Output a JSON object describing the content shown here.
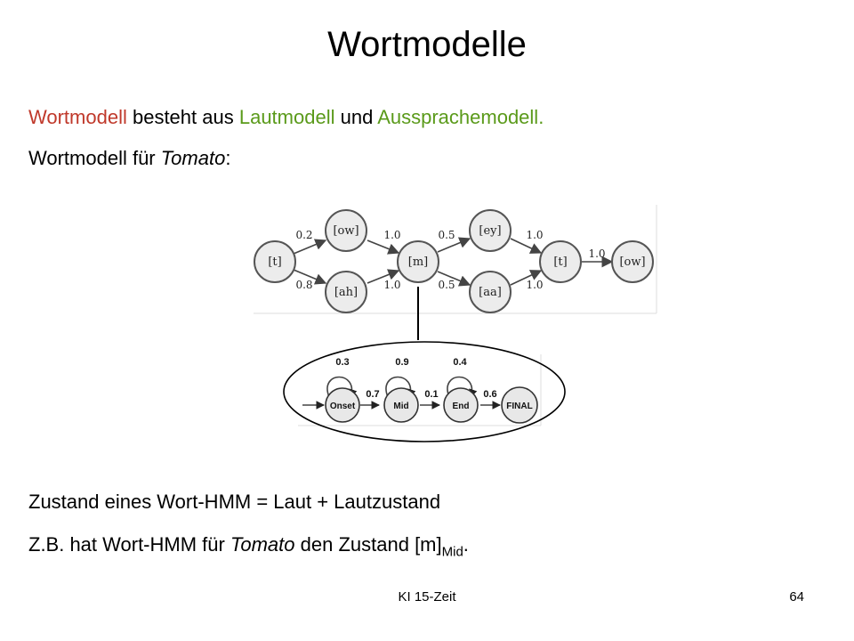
{
  "slide": {
    "title": "Wortmodelle",
    "line1": {
      "part1": "Wortmodell",
      "part2": " besteht aus ",
      "part3": "Lautmodell",
      "part4": " und ",
      "part5": "Aussprachemodell."
    },
    "line2": {
      "prefix": "Wortmodell für ",
      "italic": "Tomato",
      "suffix": ":"
    },
    "line3": "Zustand eines Wort-HMM  =  Laut + Lautzustand",
    "line4": {
      "prefix": "Z.B. hat Wort-HMM für ",
      "italic": "Tomato",
      "middle": " den Zustand [m]",
      "sub": "Mid",
      "suffix": "."
    },
    "footer_left": "KI 15-Zeit",
    "footer_right": "64"
  },
  "colors": {
    "red_term": "#c0392b",
    "green_term": "#5a9a1a"
  },
  "word_model": {
    "nodes": {
      "t1": "[t]",
      "ow1": "[ow]",
      "ah": "[ah]",
      "m": "[m]",
      "ey": "[ey]",
      "aa": "[aa]",
      "t2": "[t]",
      "ow2": "[ow]"
    },
    "edges": {
      "t1_ow1": "0.2",
      "t1_ah": "0.8",
      "ow1_m": "1.0",
      "ah_m": "1.0",
      "m_ey": "0.5",
      "m_aa": "0.5",
      "ey_t2": "1.0",
      "aa_t2": "1.0",
      "t2_ow2": "1.0"
    }
  },
  "phone_model": {
    "nodes": {
      "onset": "Onset",
      "mid": "Mid",
      "end": "End",
      "final": "FINAL"
    },
    "self_loops": {
      "onset": "0.3",
      "mid": "0.9",
      "end": "0.4"
    },
    "transitions": {
      "onset_mid": "0.7",
      "mid_end": "0.1",
      "end_final": "0.6"
    }
  }
}
